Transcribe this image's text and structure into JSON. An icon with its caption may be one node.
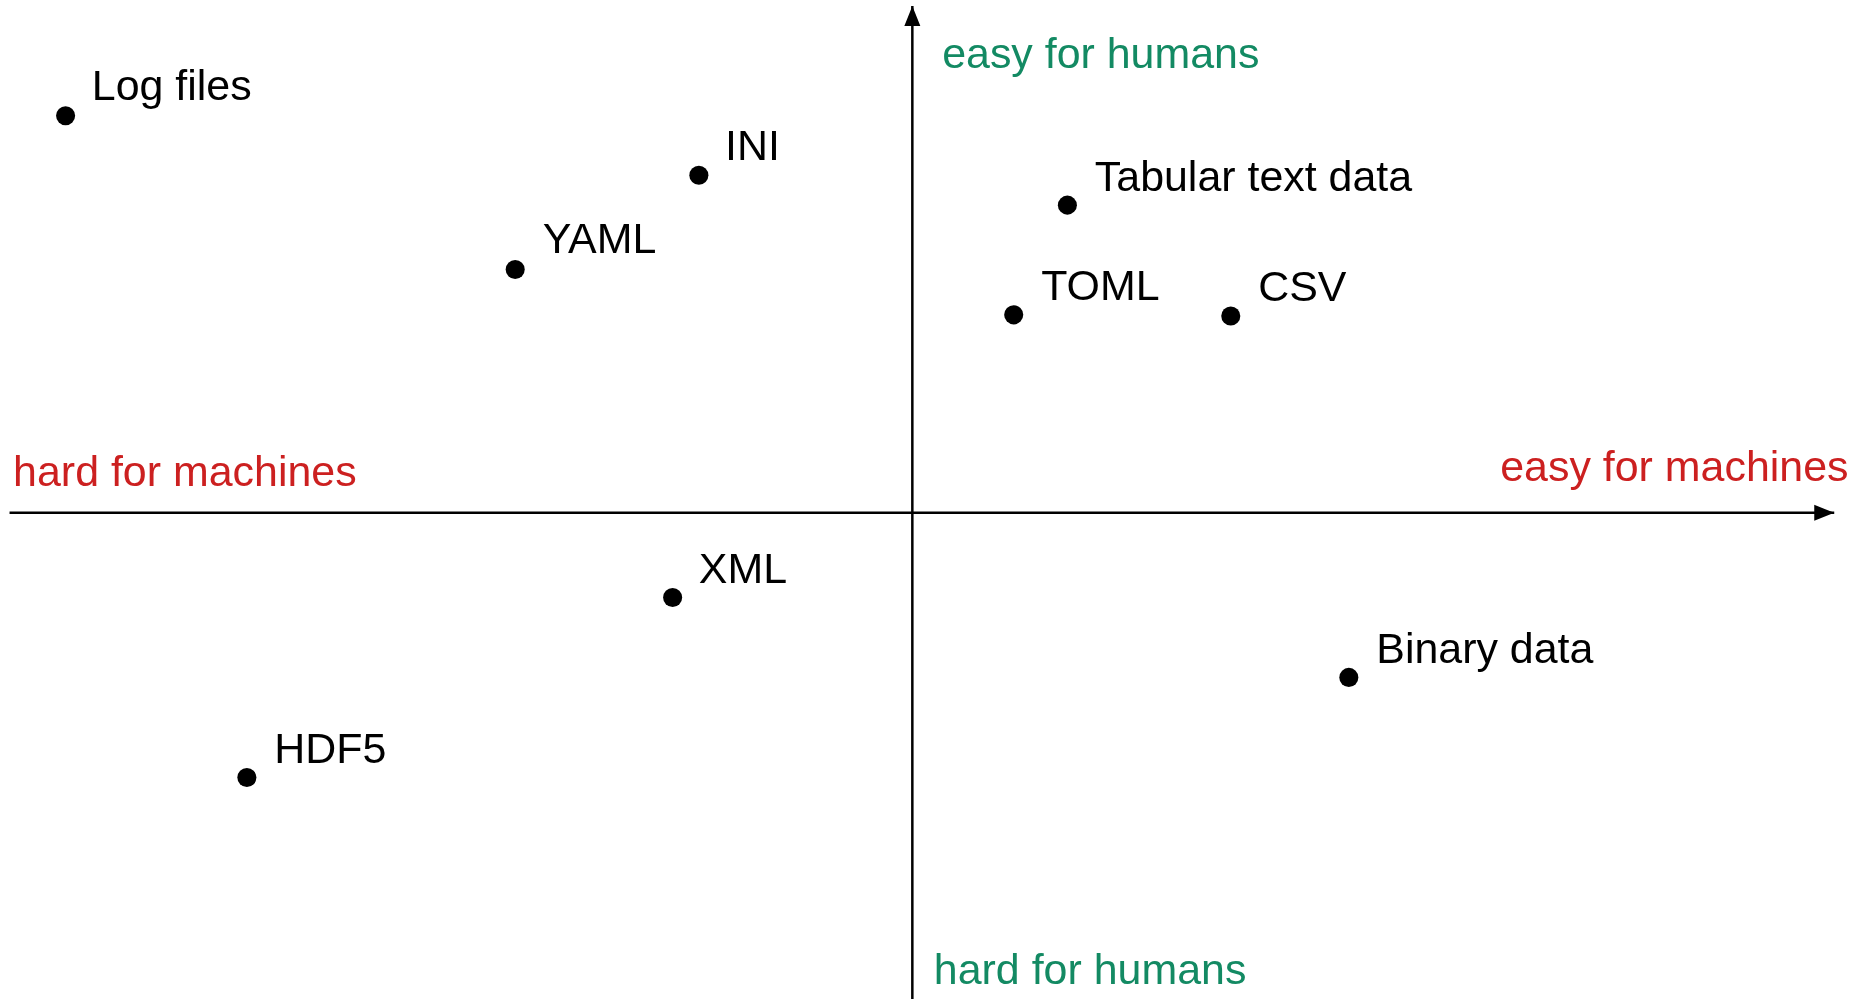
{
  "diagram": {
    "labels": [
      "easy for humans",
      "Log files",
      "INI",
      "Tabular text data",
      "YAML",
      "TOML",
      "CSV",
      "hard for machines",
      "easy for machines",
      "XML",
      "Binary data",
      "HDF5",
      "hard for humans"
    ]
  }
}
